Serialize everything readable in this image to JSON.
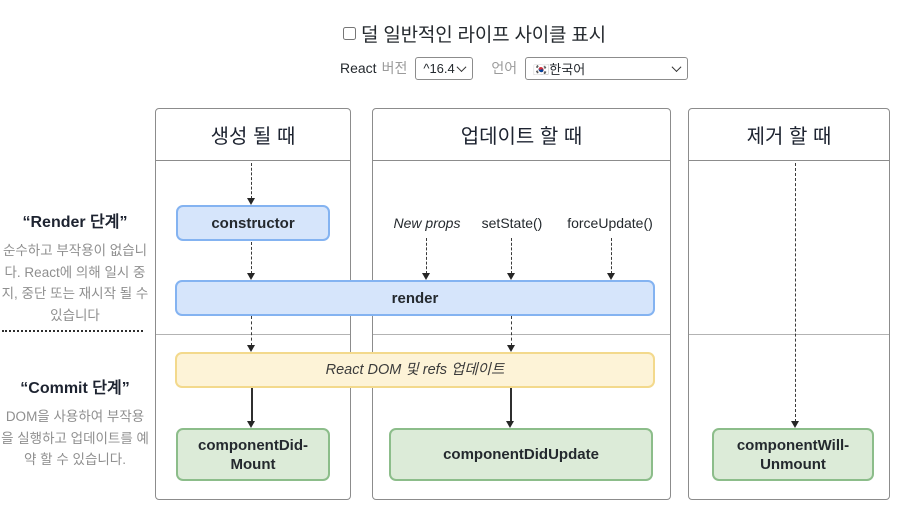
{
  "header": {
    "toggle_label": "덜 일반적인 라이프 사이클 표시",
    "react_label": "React",
    "version_label": "버전",
    "version_value": "^16.4",
    "language_label": "언어",
    "language_value": "🇰🇷한국어"
  },
  "phases": {
    "render": {
      "title": "“Render 단계”",
      "description": "순수하고 부작용이 없습니다. React에 의해 일시 중지, 중단 또는 재시작 될 수 있습니다"
    },
    "commit": {
      "title": "“Commit 단계”",
      "description": "DOM을 사용하여 부작용을 실행하고 업데이트를 예약 할 수 있습니다."
    }
  },
  "columns": {
    "mounting": "생성 될 때",
    "updating": "업데이트 할 때",
    "unmounting": "제거 할 때"
  },
  "nodes": {
    "constructor": "constructor",
    "new_props": "New props",
    "set_state": "setState()",
    "force_update": "forceUpdate()",
    "render": "render",
    "react_dom_update": "React DOM 및 refs 업데이트",
    "component_did_mount": "componentDid-\nMount",
    "component_did_update": "componentDidUpdate",
    "component_will_unmount": "componentWill-\nUnmount"
  },
  "colors": {
    "blue_bg": "#d6e5fb",
    "blue_border": "#84b3f1",
    "yellow_bg": "#fdf3d7",
    "yellow_border": "#f3d98c",
    "green_bg": "#dcebd8",
    "green_border": "#8cbd8a",
    "column_border": "#8c8c8c",
    "muted_text": "#8f8f8f"
  }
}
